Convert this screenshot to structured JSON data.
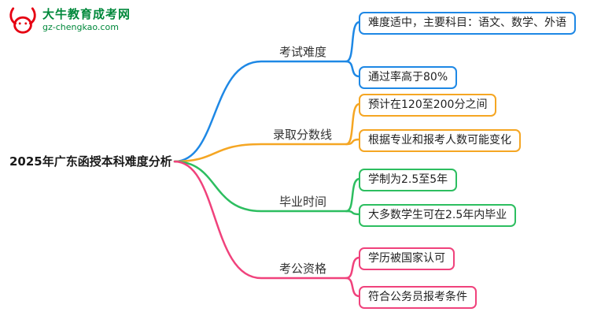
{
  "brand": {
    "name": "大牛教育成考网",
    "domain": "gz-chengkao.com"
  },
  "icons": {
    "logo": "bull-logo"
  },
  "colors": {
    "brand_green": "#00883B",
    "logo_red": "#E60012",
    "branch_exam": "#1E88E5",
    "branch_score": "#F5A623",
    "branch_graduation": "#2DBE60",
    "branch_civil": "#F0427C"
  },
  "root": {
    "label": "2025年广东函授本科难度分析"
  },
  "branches": [
    {
      "label": "考试难度",
      "color": "#1E88E5",
      "children": [
        "难度适中，主要科目：语文、数学、外语",
        "通过率高于80%"
      ]
    },
    {
      "label": "录取分数线",
      "color": "#F5A623",
      "children": [
        "预计在120至200分之间",
        "根据专业和报考人数可能变化"
      ]
    },
    {
      "label": "毕业时间",
      "color": "#2DBE60",
      "children": [
        "学制为2.5至5年",
        "大多数学生可在2.5年内毕业"
      ]
    },
    {
      "label": "考公资格",
      "color": "#F0427C",
      "children": [
        "学历被国家认可",
        "符合公务员报考条件"
      ]
    }
  ]
}
